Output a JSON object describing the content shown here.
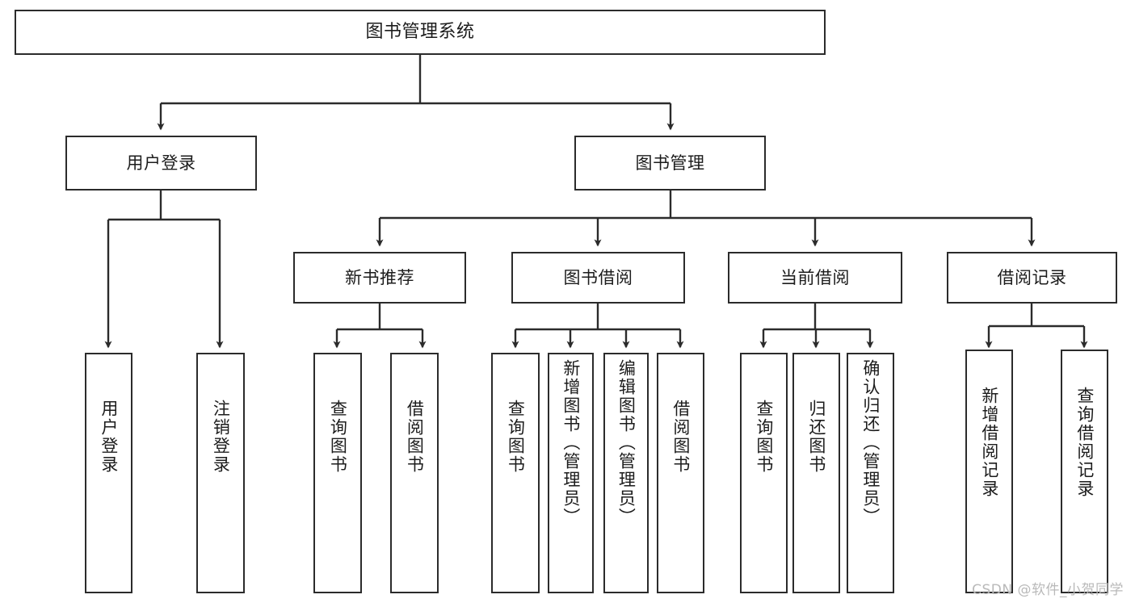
{
  "diagram": {
    "title": "图书管理系统",
    "root": {
      "label": "图书管理系统"
    },
    "level2": [
      {
        "label": "用户登录"
      },
      {
        "label": "图书管理"
      }
    ],
    "level3": [
      {
        "label": "新书推荐"
      },
      {
        "label": "图书借阅"
      },
      {
        "label": "当前借阅"
      },
      {
        "label": "借阅记录"
      }
    ],
    "leaves": [
      {
        "label": "用户登录"
      },
      {
        "label": "注销登录"
      },
      {
        "label": "查询图书"
      },
      {
        "label": "借阅图书"
      },
      {
        "label": "查询图书"
      },
      {
        "label": "新增图书（管理员）"
      },
      {
        "label": "编辑图书（管理员）"
      },
      {
        "label": "借阅图书"
      },
      {
        "label": "查询图书"
      },
      {
        "label": "归还图书"
      },
      {
        "label": "确认归还（管理员）"
      },
      {
        "label": "新增借阅记录"
      },
      {
        "label": "查询借阅记录"
      }
    ]
  },
  "watermark": {
    "text": "CSDN @软件_小贺同学"
  },
  "colors": {
    "stroke": "#2b2b2b",
    "background": "#ffffff",
    "text": "#1c1c1c",
    "watermark": "#b9b9b9"
  }
}
